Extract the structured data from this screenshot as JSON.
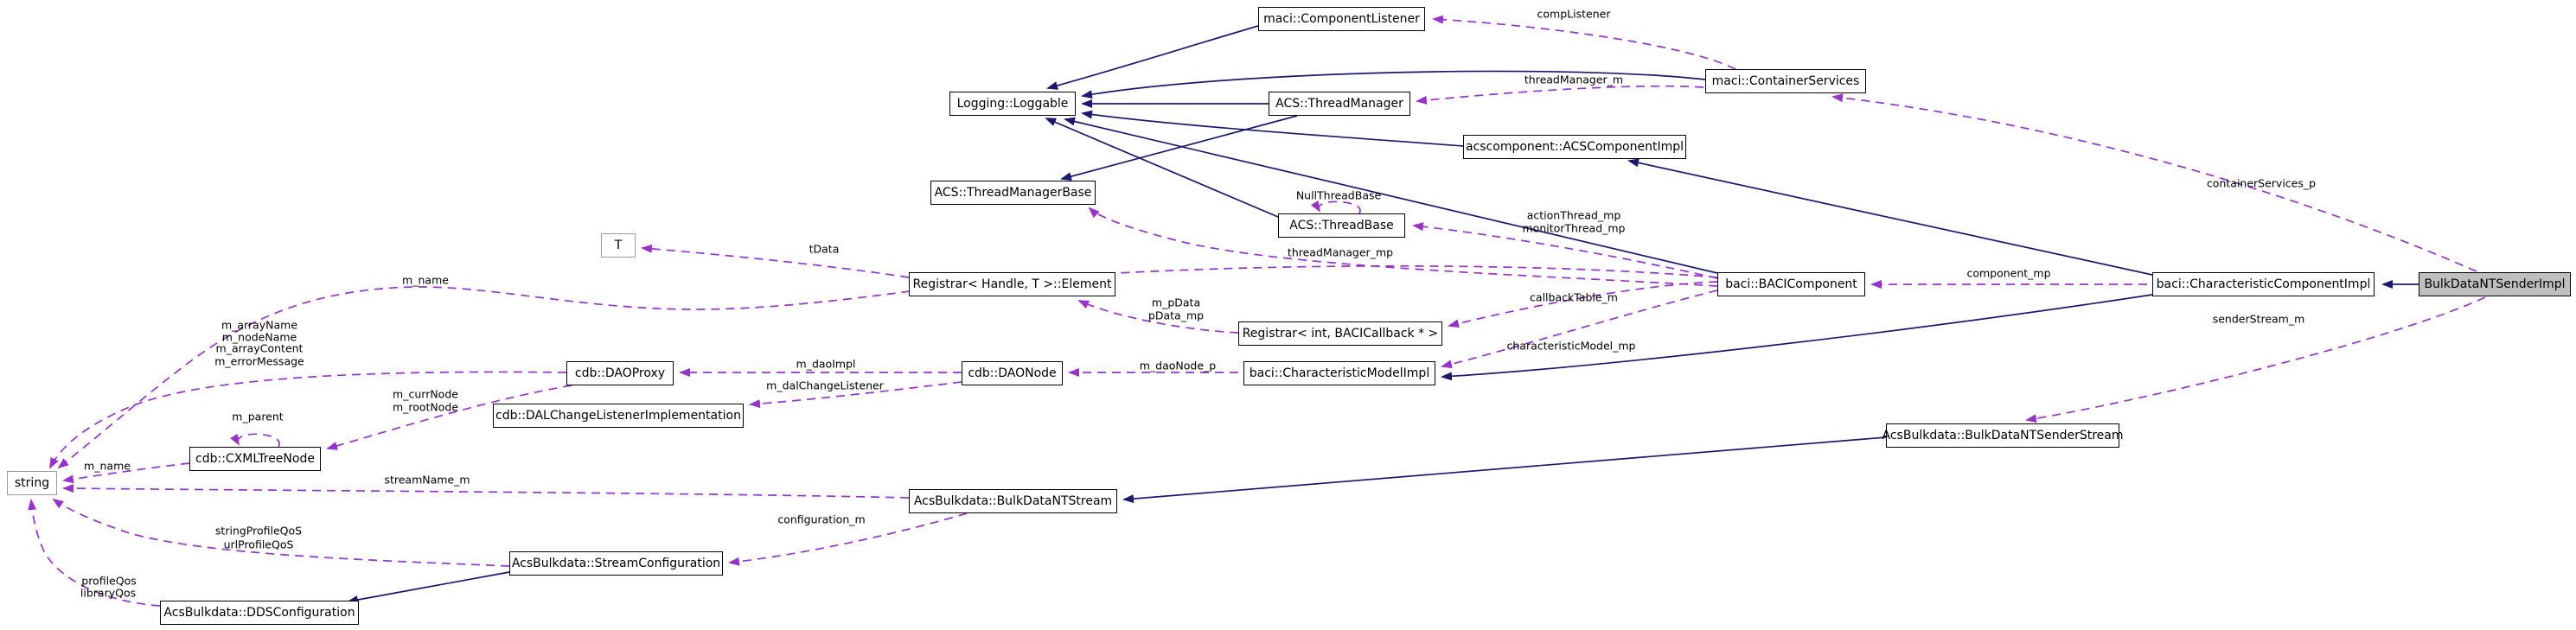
{
  "diagram": {
    "kind": "collaboration-graph",
    "selected_node": "BulkDataNTSenderImpl",
    "colors": {
      "inheritance_edge": "#191970",
      "member_edge": "#9932cc",
      "node_background": "#ffffff",
      "node_border": "#000000",
      "external_node_border": "#9a9a9a",
      "selected_node_background": "#bfbfbf"
    }
  },
  "nodes": {
    "component_listener": {
      "label": "maci::ComponentListener"
    },
    "loggable": {
      "label": "Logging::Loggable"
    },
    "thread_manager": {
      "label": "ACS::ThreadManager"
    },
    "container_services": {
      "label": "maci::ContainerServices"
    },
    "acs_component_impl": {
      "label": "acscomponent::ACSComponentImpl"
    },
    "thread_manager_base": {
      "label": "ACS::ThreadManagerBase"
    },
    "thread_base": {
      "label": "ACS::ThreadBase"
    },
    "t": {
      "label": "T"
    },
    "registrar_element": {
      "label": "Registrar< Handle, T >::Element"
    },
    "registrar_bacicallback": {
      "label": "Registrar< int, BACICallback * >"
    },
    "baci_component": {
      "label": "baci::BACIComponent"
    },
    "characteristic_component_impl": {
      "label": "baci::CharacteristicComponentImpl"
    },
    "bulkdata_nt_sender_impl": {
      "label": "BulkDataNTSenderImpl"
    },
    "dao_proxy": {
      "label": "cdb::DAOProxy"
    },
    "dao_node": {
      "label": "cdb::DAONode"
    },
    "characteristic_model_impl": {
      "label": "baci::CharacteristicModelImpl"
    },
    "dal_change_listener": {
      "label": "cdb::DALChangeListenerImplementation"
    },
    "cxml_tree_node": {
      "label": "cdb::CXMLTreeNode"
    },
    "string": {
      "label": "string"
    },
    "sender_stream": {
      "label": "AcsBulkdata::BulkDataNTSenderStream"
    },
    "nt_stream": {
      "label": "AcsBulkdata::BulkDataNTStream"
    },
    "stream_configuration": {
      "label": "AcsBulkdata::StreamConfiguration"
    },
    "dds_configuration": {
      "label": "AcsBulkdata::DDSConfiguration"
    }
  },
  "edge_labels": {
    "comp_listener": "compListener",
    "thread_manager_m": "threadManager_m",
    "container_services_p": "containerServices_p",
    "null_thread_base": "NullThreadBase",
    "action_thread_mp": "actionThread_mp",
    "monitor_thread_mp": "monitorThread_mp",
    "thread_manager_mp": "threadManager_mp",
    "t_data": "tData",
    "m_pdata": "m_pData",
    "pdata_mp": "pData_mp",
    "callback_table_m": "callbackTable_m",
    "component_mp": "component_mp",
    "characteristic_model_mp": "characteristicModel_mp",
    "m_name_baci": "m_name",
    "m_dao_impl": "m_daoImpl",
    "m_dal_change_listener": "m_dalChangeListener",
    "m_dao_node_p": "m_daoNode_p",
    "m_array_name": "m_arrayName",
    "m_node_name": "m_nodeName",
    "m_array_content": "m_arrayContent",
    "m_error_message": "m_errorMessage",
    "m_curr_node": "m_currNode",
    "m_root_node": "m_rootNode",
    "m_parent": "m_parent",
    "m_name_cxml": "m_name",
    "stream_name_m": "streamName_m",
    "configuration_m": "configuration_m",
    "string_profile_qos": "stringProfileQoS",
    "url_profile_qos": "urlProfileQoS",
    "profile_qos": "profileQos",
    "library_qos": "libraryQos",
    "sender_stream_m": "senderStream_m"
  }
}
